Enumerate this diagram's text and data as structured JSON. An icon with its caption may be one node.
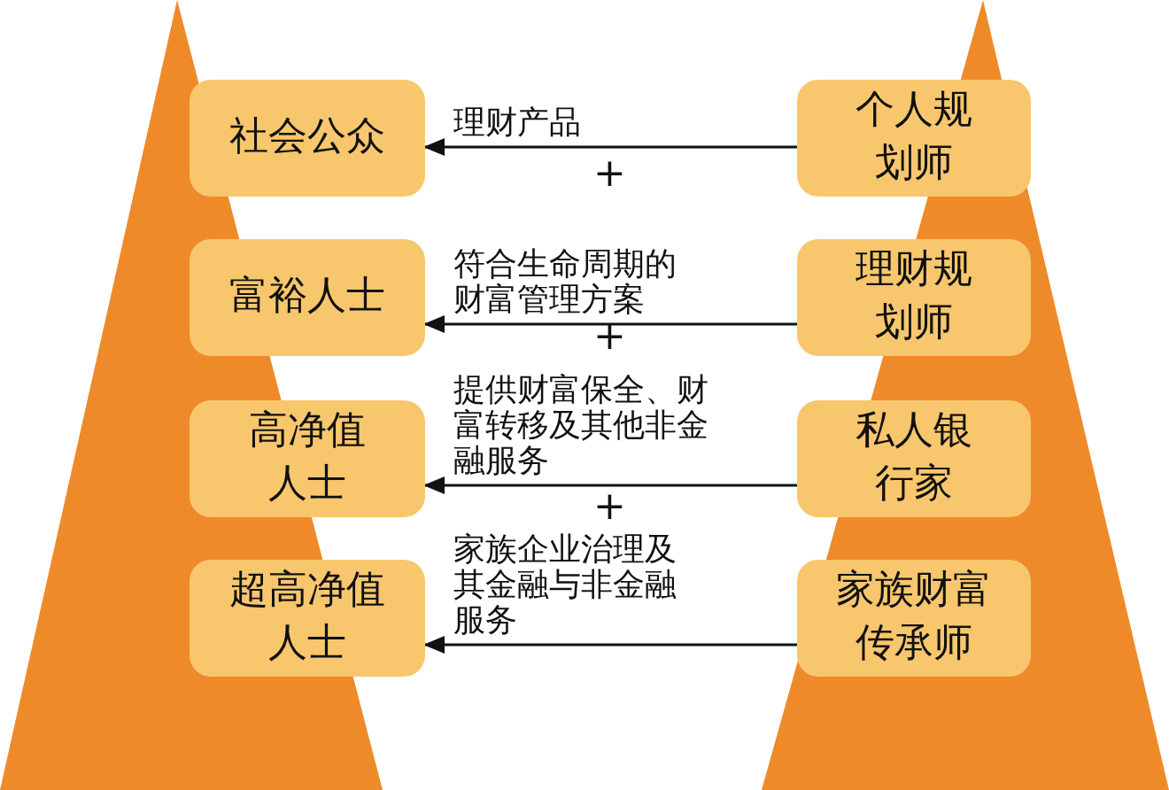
{
  "diagram": {
    "nodes": [
      {
        "text": [
          "社会公众"
        ]
      },
      {
        "text": [
          "个人规划师"
        ]
      },
      {
        "text": [
          "富裕人士"
        ]
      },
      {
        "text": [
          "理财规划师"
        ]
      },
      {
        "text": [
          "高净值人士"
        ]
      },
      {
        "text": [
          "私人银行家"
        ]
      },
      {
        "text": [
          "超高净值人士"
        ]
      },
      {
        "text": [
          "家族财富传承师"
        ]
      }
    ],
    "edges": [
      {
        "from": 1,
        "to": 0,
        "arrow": "to",
        "label": "理财产品"
      },
      {
        "from": 3,
        "to": 2,
        "arrow": "to",
        "label": "符合生命周期的财富管理方案"
      },
      {
        "from": 5,
        "to": 4,
        "arrow": "to",
        "label": "提供财富保全、财富转移及其他非金融服务"
      },
      {
        "from": 7,
        "to": 6,
        "arrow": "to",
        "label": "家族企业治理及其金融与非金融服务"
      }
    ],
    "labels": [
      "+",
      "+",
      "+"
    ]
  }
}
